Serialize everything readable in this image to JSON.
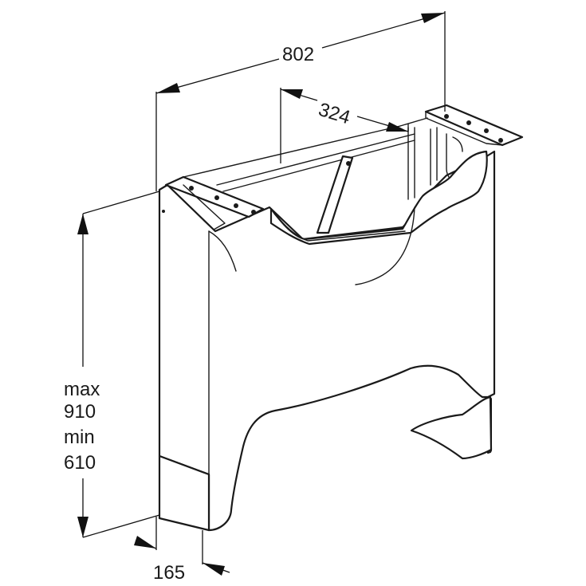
{
  "dimensions": {
    "overall_width": "802",
    "inner_width": "324",
    "height_max_label": "max",
    "height_max_value": "910",
    "height_min_label": "min",
    "height_min_value": "610",
    "depth": "165"
  }
}
